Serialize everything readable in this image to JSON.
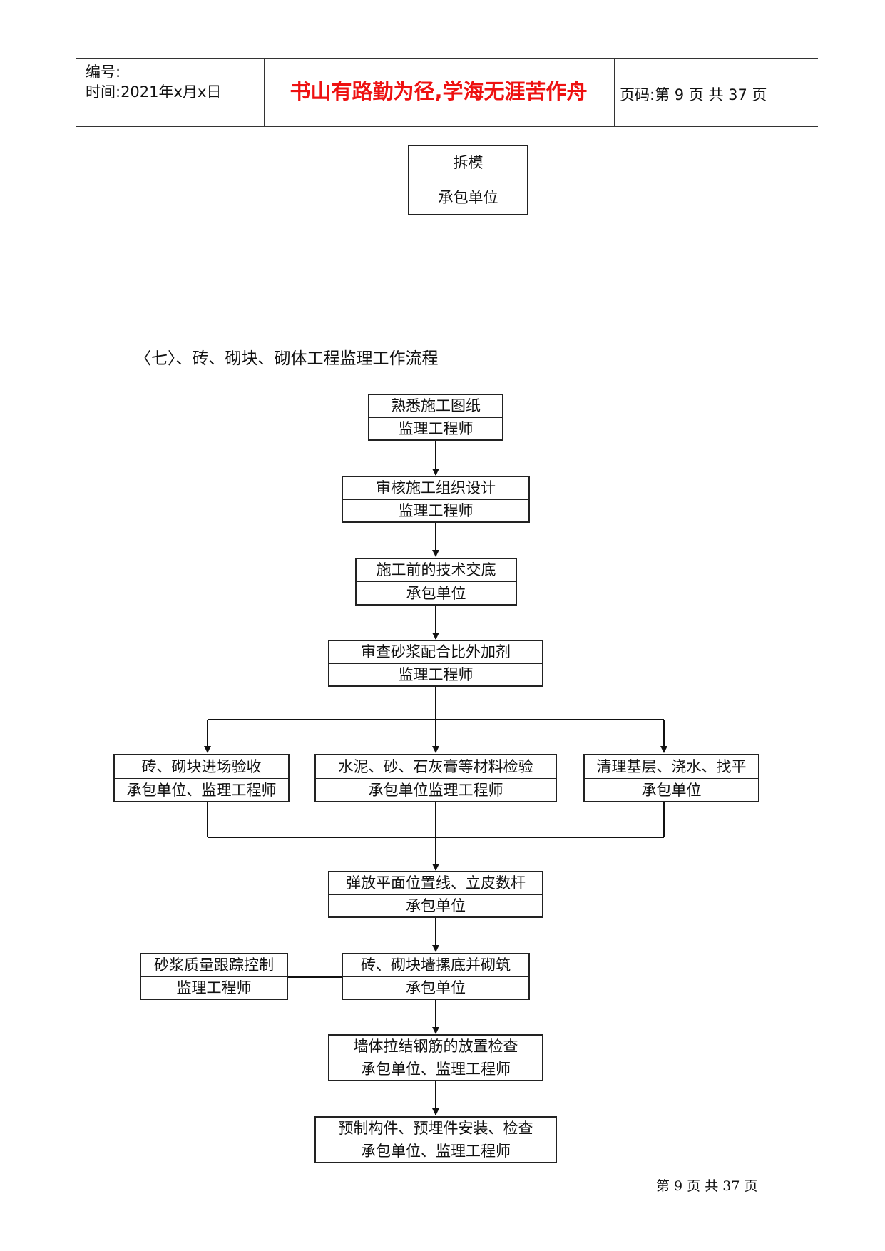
{
  "header": {
    "number_label": "编号:",
    "time_label": "时间:2021年x月x日",
    "motto": "书山有路勤为径,学海无涯苦作舟",
    "page_label": "页码:第 9 页  共 37 页"
  },
  "top_box": {
    "title": "拆模",
    "role": "承包单位"
  },
  "section_title": "〈七〉、砖、砌块、砌体工程监理工作流程",
  "flow": [
    {
      "title": "熟悉施工图纸",
      "role": "监理工程师"
    },
    {
      "title": "审核施工组织设计",
      "role": "监理工程师"
    },
    {
      "title": "施工前的技术交底",
      "role": "承包单位"
    },
    {
      "title": "审查砂浆配合比外加剂",
      "role": "监理工程师"
    },
    {
      "title": "砖、砌块进场验收",
      "role": "承包单位、监理工程师"
    },
    {
      "title": "水泥、砂、石灰膏等材料检验",
      "role": "承包单位监理工程师"
    },
    {
      "title": "清理基层、浇水、找平",
      "role": "承包单位"
    },
    {
      "title": "弹放平面位置线、立皮数杆",
      "role": "承包单位"
    },
    {
      "title": "砂浆质量跟踪控制",
      "role": "监理工程师"
    },
    {
      "title": "砖、砌块墙摞底并砌筑",
      "role": "承包单位"
    },
    {
      "title": "墙体拉结钢筋的放置检查",
      "role": "承包单位、监理工程师"
    },
    {
      "title": "预制构件、预埋件安装、检查",
      "role": "承包单位、监理工程师"
    }
  ],
  "footer": "第 9 页 共 37 页"
}
